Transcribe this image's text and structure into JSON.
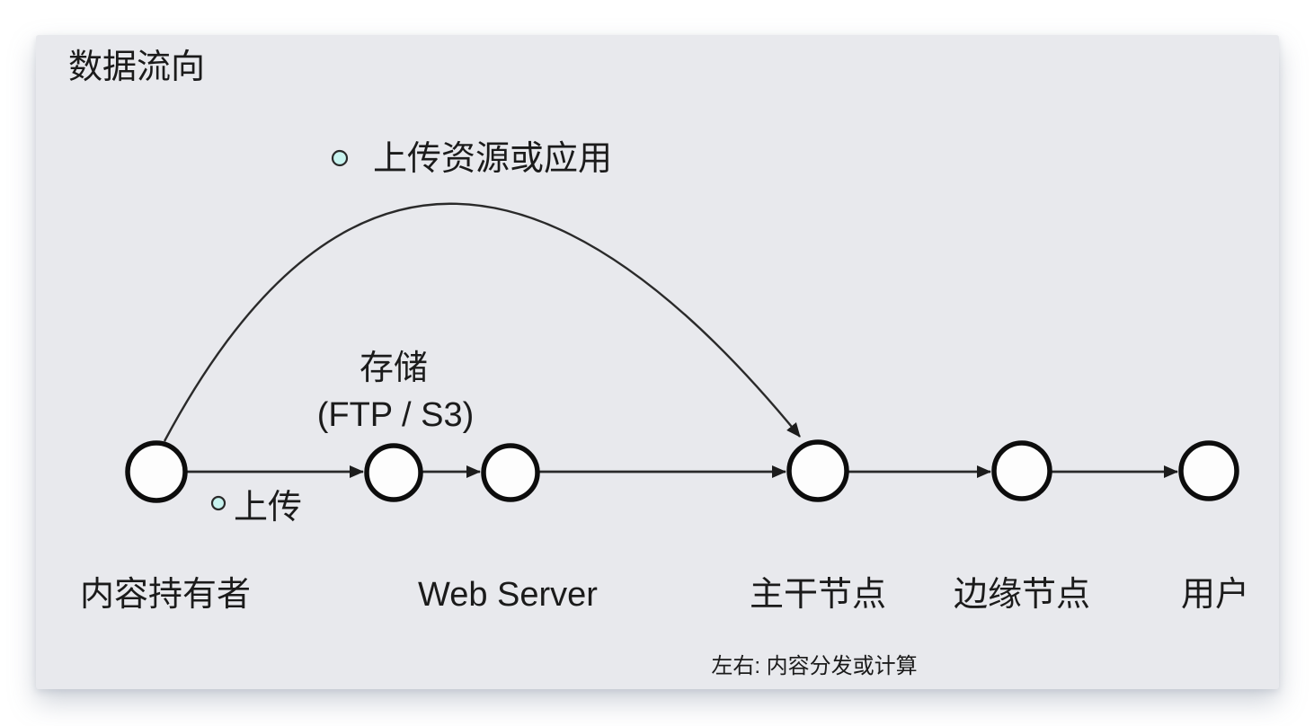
{
  "title": "数据流向",
  "annotations": {
    "arc_label": "上传资源或应用",
    "upload_label": "上传",
    "bottom_note": "左右: 内容分发或计算"
  },
  "nodes": [
    {
      "id": "content-owner",
      "label": "内容持有者"
    },
    {
      "id": "storage",
      "label": "存储",
      "sublabel": "(FTP / S3)"
    },
    {
      "id": "web-server",
      "label": "Web Server"
    },
    {
      "id": "backbone-node",
      "label": "主干节点"
    },
    {
      "id": "edge-node",
      "label": "边缘节点"
    },
    {
      "id": "user",
      "label": "用户"
    }
  ],
  "colors": {
    "panel_bg": "#e8e9ed",
    "node_fill": "#fdfdfd",
    "node_stroke": "#0d0d0d",
    "line_stroke": "#2a2a2a",
    "bullet_fill": "#c8f3ef",
    "text": "#1b1b1b"
  }
}
